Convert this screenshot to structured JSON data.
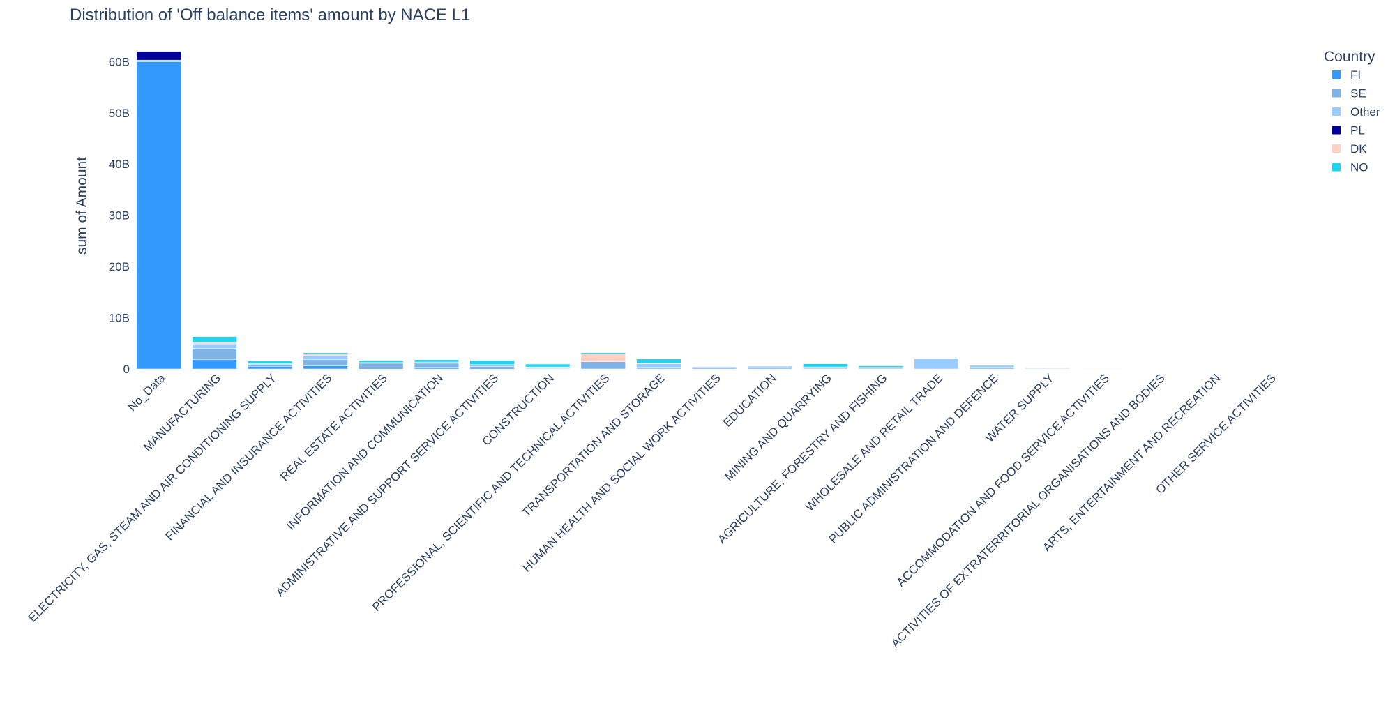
{
  "chart_data": {
    "type": "bar",
    "stacked": true,
    "title": "Distribution of 'Off balance items' amount by NACE L1",
    "xlabel": "",
    "ylabel": "sum of Amount",
    "ylim": [
      0,
      62500000000
    ],
    "yticks": [
      0,
      10000000000,
      20000000000,
      30000000000,
      40000000000,
      50000000000,
      60000000000
    ],
    "ytick_labels": [
      "0",
      "10B",
      "20B",
      "30B",
      "40B",
      "50B",
      "60B"
    ],
    "grid": false,
    "legend": {
      "title": "Country",
      "position": "top-right"
    },
    "categories": [
      "No_Data",
      "MANUFACTURING",
      "ELECTRICITY, GAS, STEAM AND AIR CONDITIONING SUPPLY",
      "FINANCIAL AND INSURANCE ACTIVITIES",
      "REAL ESTATE ACTIVITIES",
      "INFORMATION AND COMMUNICATION",
      "ADMINISTRATIVE AND SUPPORT SERVICE ACTIVITIES",
      "CONSTRUCTION",
      "PROFESSIONAL, SCIENTIFIC AND TECHNICAL ACTIVITIES",
      "TRANSPORTATION AND STORAGE",
      "HUMAN HEALTH AND SOCIAL WORK ACTIVITIES",
      "EDUCATION",
      "MINING AND QUARRYING",
      "AGRICULTURE, FORESTRY AND FISHING",
      "WHOLESALE AND RETAIL TRADE",
      "PUBLIC ADMINISTRATION AND DEFENCE",
      "WATER SUPPLY",
      "ACCOMMODATION AND FOOD SERVICE ACTIVITIES",
      "ACTIVITIES OF EXTRATERRITORIAL ORGANISATIONS AND BODIES",
      "ARTS, ENTERTAINMENT AND RECREATION",
      "OTHER SERVICE ACTIVITIES"
    ],
    "series": [
      {
        "name": "FI",
        "color": "#3399ff",
        "values": [
          60000000000,
          1800000000,
          500000000,
          600000000,
          200000000,
          300000000,
          200000000,
          100000000,
          0,
          0,
          0,
          0,
          0,
          0,
          0,
          0,
          0,
          0,
          0,
          0,
          0
        ]
      },
      {
        "name": "SE",
        "color": "#7fb2e5",
        "values": [
          0,
          2200000000,
          350000000,
          1200000000,
          900000000,
          800000000,
          300000000,
          200000000,
          1400000000,
          300000000,
          250000000,
          400000000,
          150000000,
          150000000,
          0,
          300000000,
          100000000,
          80000000,
          0,
          0,
          0
        ]
      },
      {
        "name": "Other",
        "color": "#99ccff",
        "values": [
          300000000,
          900000000,
          200000000,
          800000000,
          150000000,
          250000000,
          350000000,
          100000000,
          0,
          700000000,
          150000000,
          150000000,
          250000000,
          150000000,
          2000000000,
          400000000,
          100000000,
          50000000,
          10000000,
          10000000,
          30000000
        ]
      },
      {
        "name": "PL",
        "color": "#000099",
        "values": [
          1700000000,
          0,
          0,
          0,
          0,
          0,
          0,
          0,
          0,
          0,
          0,
          0,
          0,
          0,
          0,
          0,
          0,
          0,
          0,
          0,
          0
        ]
      },
      {
        "name": "DK",
        "color": "#ffd1c2",
        "values": [
          0,
          300000000,
          0,
          300000000,
          0,
          0,
          0,
          0,
          1500000000,
          150000000,
          0,
          0,
          0,
          0,
          0,
          0,
          0,
          0,
          0,
          0,
          0
        ]
      },
      {
        "name": "NO",
        "color": "#22d3ee",
        "values": [
          0,
          1100000000,
          500000000,
          250000000,
          400000000,
          450000000,
          800000000,
          550000000,
          250000000,
          800000000,
          0,
          0,
          600000000,
          300000000,
          0,
          0,
          0,
          0,
          0,
          0,
          0
        ]
      }
    ]
  }
}
